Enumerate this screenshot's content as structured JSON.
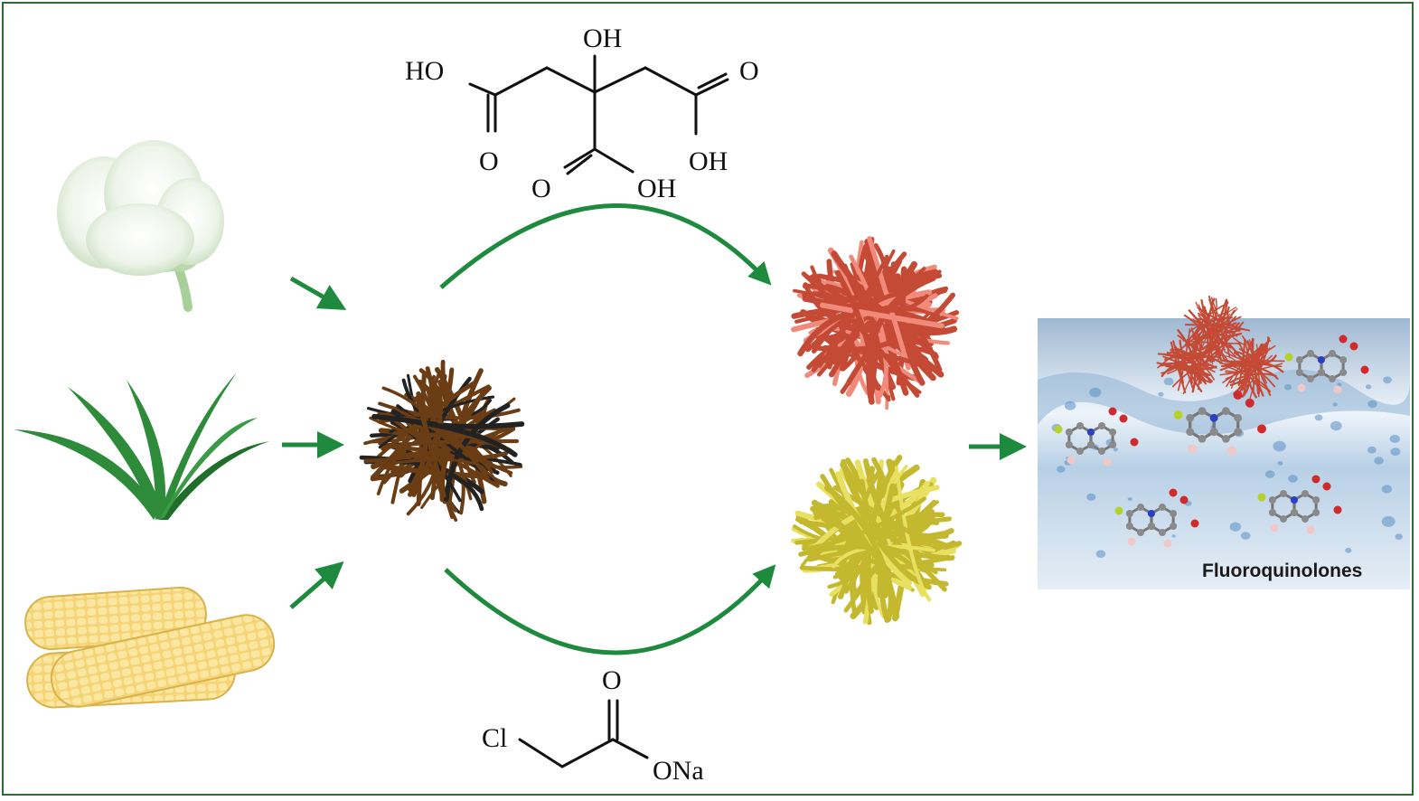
{
  "colors": {
    "arrow": "#1e8a3e",
    "frame": "#2e6b34",
    "cotton": "#e8f0e2",
    "grass": "#2e8b3a",
    "corn": "#f2cf6a",
    "fiber_raw": "#6b3d15",
    "fiber_citric": "#c44a36",
    "fiber_chloroacetate": "#c4b82e",
    "water": "#c9ddef"
  },
  "icons": [
    "cotton-boll",
    "grass",
    "corncob"
  ],
  "citric_acid": {
    "oh_top": "OH",
    "ho_left": "HO",
    "o_right": "O",
    "o_left": "O",
    "oh_right": "OH",
    "o_bottom": "O",
    "oh_bottom": "OH"
  },
  "chloroacetate": {
    "o_top": "O",
    "cl": "Cl",
    "ona": "ONa"
  },
  "product_panel": {
    "label": "Fluoroquinolones"
  }
}
